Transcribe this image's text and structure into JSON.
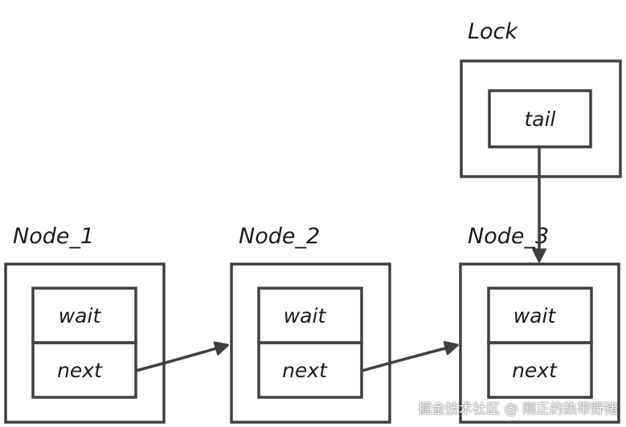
{
  "lock": {
    "label": "Lock",
    "field": "tail"
  },
  "nodes": [
    {
      "label": "Node_1",
      "fields": [
        "wait",
        "next"
      ]
    },
    {
      "label": "Node_2",
      "fields": [
        "wait",
        "next"
      ]
    },
    {
      "label": "Node_3",
      "fields": [
        "wait",
        "next"
      ]
    }
  ],
  "watermark": "掘金技术社区 @ 刚正的热带野猪",
  "colors": {
    "stroke": "#404040",
    "text": "#1a1a1a",
    "background": "#ffffff"
  }
}
